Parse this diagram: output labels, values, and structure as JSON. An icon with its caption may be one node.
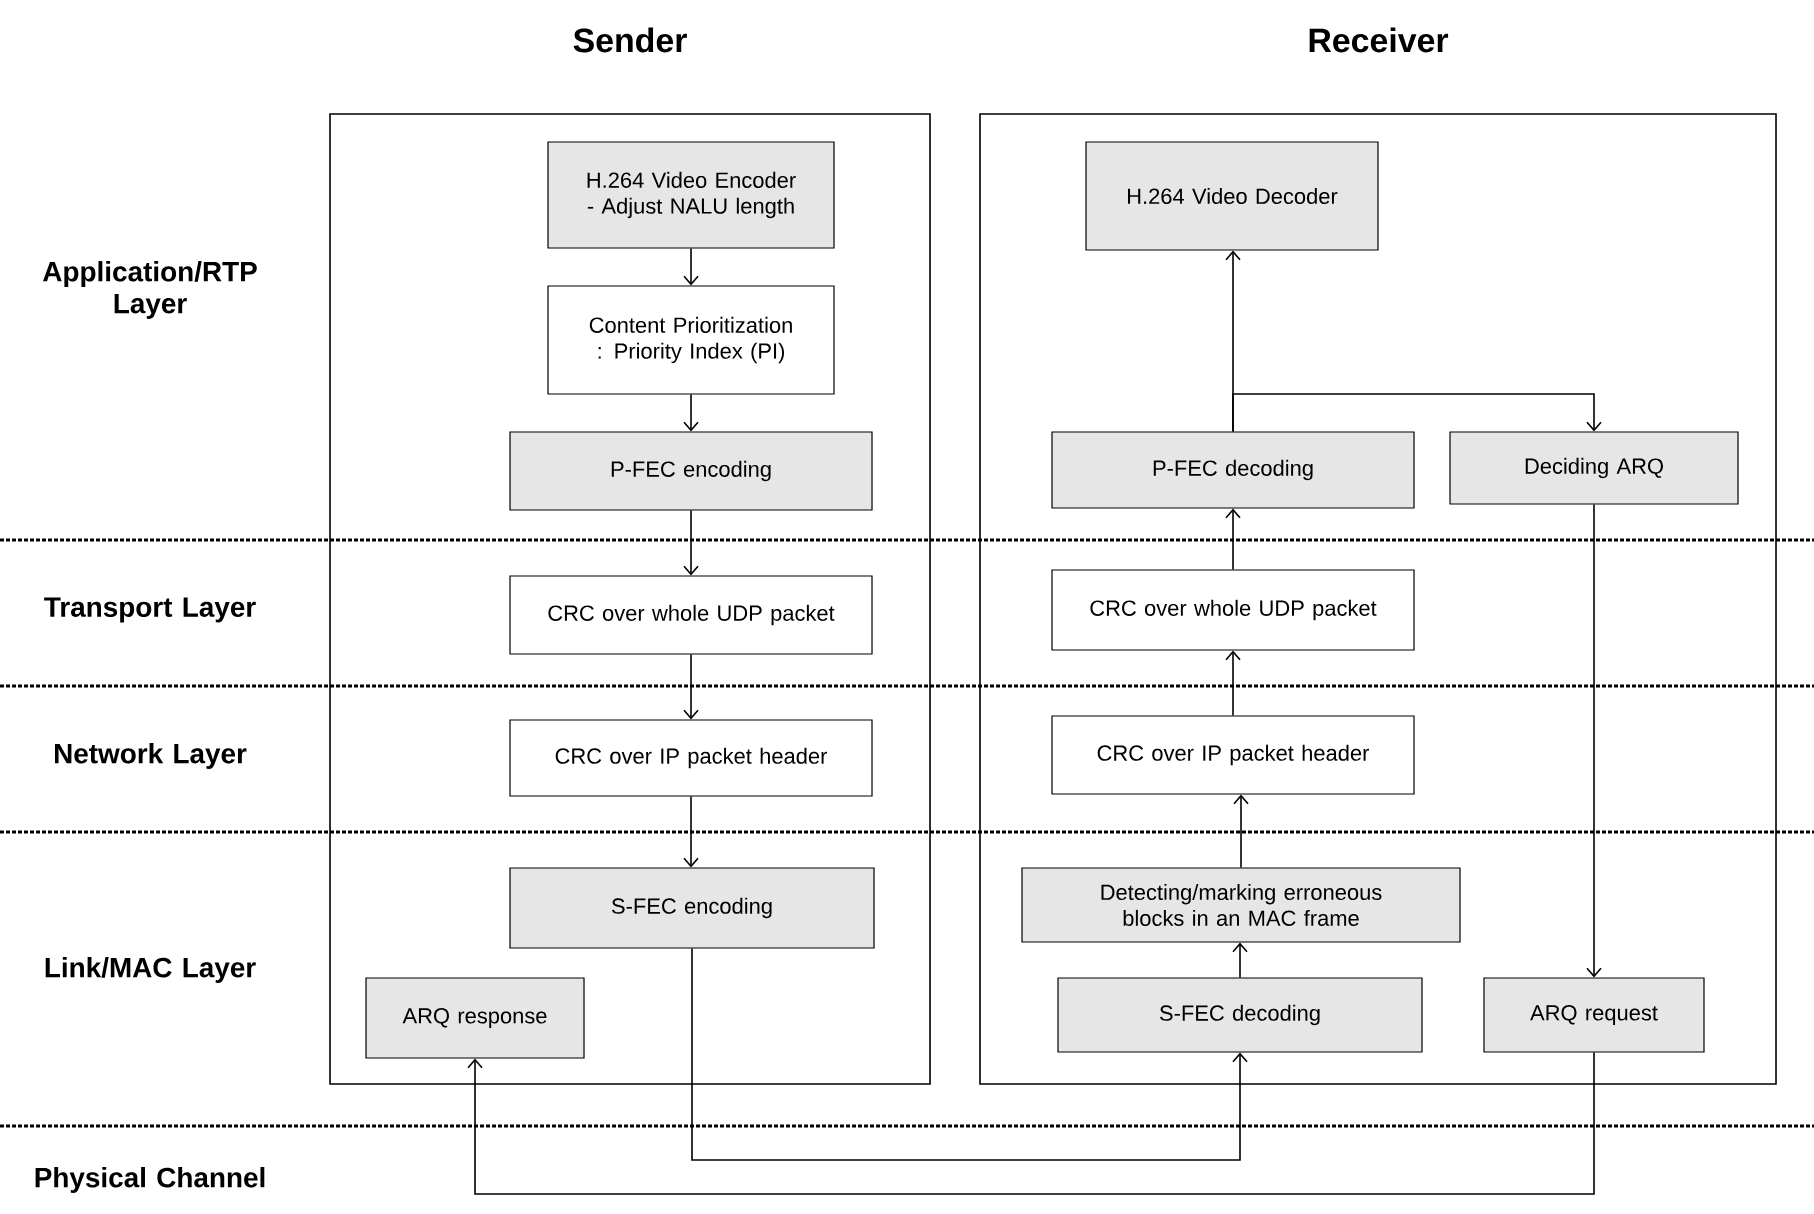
{
  "diagram": {
    "nodes": [
      {
        "text": [
          "Sender"
        ]
      },
      {
        "text": [
          "Receiver"
        ]
      },
      {
        "text": [
          "H.264 Video Encoder - Adjust NALU length"
        ],
        "in": 0
      },
      {
        "text": [
          "Content Prioritization : Priority Index (PI)"
        ],
        "in": 0
      },
      {
        "text": [
          "P-FEC encoding"
        ],
        "in": 0
      },
      {
        "text": [
          "CRC over whole UDP packet"
        ],
        "in": 0
      },
      {
        "text": [
          "CRC over IP packet header"
        ],
        "in": 0
      },
      {
        "text": [
          "S-FEC encoding"
        ],
        "in": 0
      },
      {
        "text": [
          "ARQ response"
        ],
        "in": 0
      },
      {
        "text": [
          "H.264 Video Decoder"
        ],
        "in": 1
      },
      {
        "text": [
          "P-FEC decoding"
        ],
        "in": 1
      },
      {
        "text": [
          "Deciding ARQ"
        ],
        "in": 1
      },
      {
        "text": [
          "CRC over whole UDP packet"
        ],
        "in": 1
      },
      {
        "text": [
          "CRC over IP packet header"
        ],
        "in": 1
      },
      {
        "text": [
          "Detecting/marking erroneous blocks in an MAC frame"
        ],
        "in": 1
      },
      {
        "text": [
          "S-FEC decoding"
        ],
        "in": 1
      },
      {
        "text": [
          "ARQ request"
        ],
        "in": 1
      }
    ],
    "edges": [
      {
        "from": 2,
        "to": 3,
        "arrow": "to"
      },
      {
        "from": 3,
        "to": 4,
        "arrow": "to"
      },
      {
        "from": 4,
        "to": 5,
        "arrow": "to"
      },
      {
        "from": 5,
        "to": 6,
        "arrow": "to"
      },
      {
        "from": 6,
        "to": 7,
        "arrow": "to"
      },
      {
        "from": 7,
        "to": 15,
        "arrow": "to"
      },
      {
        "from": 15,
        "to": 14,
        "arrow": "to"
      },
      {
        "from": 14,
        "to": 13,
        "arrow": "to"
      },
      {
        "from": 13,
        "to": 12,
        "arrow": "to"
      },
      {
        "from": 12,
        "to": 10,
        "arrow": "to"
      },
      {
        "from": 10,
        "to": 9,
        "arrow": "to"
      },
      {
        "from": 10,
        "to": 11,
        "arrow": "to"
      },
      {
        "from": 11,
        "to": 16,
        "arrow": "to"
      },
      {
        "from": 16,
        "to": 8,
        "arrow": "to"
      }
    ],
    "labels": [
      "Application/RTP Layer",
      "Transport Layer",
      "Network Layer",
      "Link/MAC Layer",
      "Physical Channel"
    ]
  }
}
